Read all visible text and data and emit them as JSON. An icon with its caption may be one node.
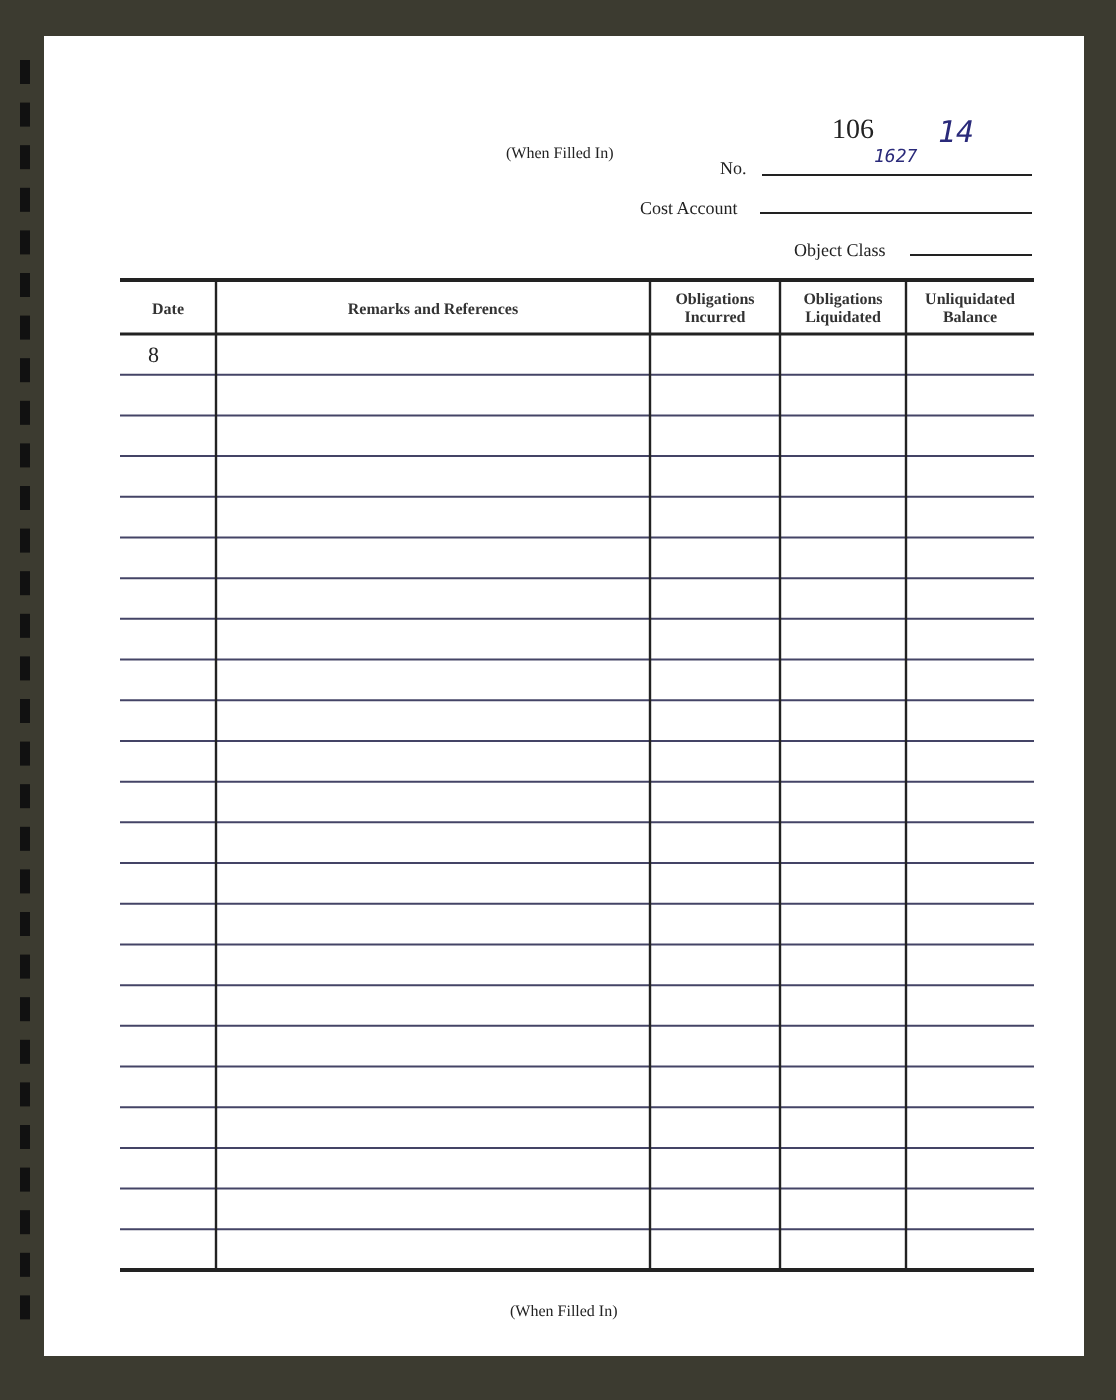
{
  "diagram": {
    "labels": [
      "(When Filled In)",
      "106",
      "14",
      "No.",
      "1627",
      "Cost Account",
      "Object Class",
      "Date",
      "Remarks and References",
      "Obligations Incurred",
      "Obligations Liquidated",
      "Unliquidated Balance",
      "8",
      "(When Filled In)"
    ]
  }
}
